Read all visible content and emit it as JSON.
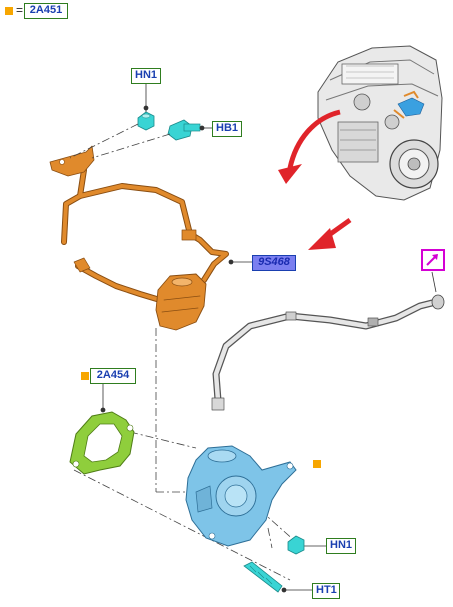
{
  "legend": {
    "equals": "="
  },
  "callouts": {
    "top_ref": "2A451",
    "hn1_top": "HN1",
    "hb1": "HB1",
    "tube": "9S468",
    "gasket": "2A454",
    "hn1_bottom": "HN1",
    "ht1": "HT1"
  },
  "colors": {
    "callout_border": "#2f7d1f",
    "callout_text": "#1a3fb0",
    "highlight_fill": "#7b7ff0",
    "marker": "#f7a600",
    "orange_tube": "#e08a2c",
    "pump_blue": "#7ec4e8",
    "fastener_cyan": "#39d4d4",
    "gasket_green": "#8fce3c",
    "arrow_red": "#e0242a",
    "link_magenta": "#d400d4"
  },
  "icons": {
    "external_link": "external-link-icon"
  }
}
